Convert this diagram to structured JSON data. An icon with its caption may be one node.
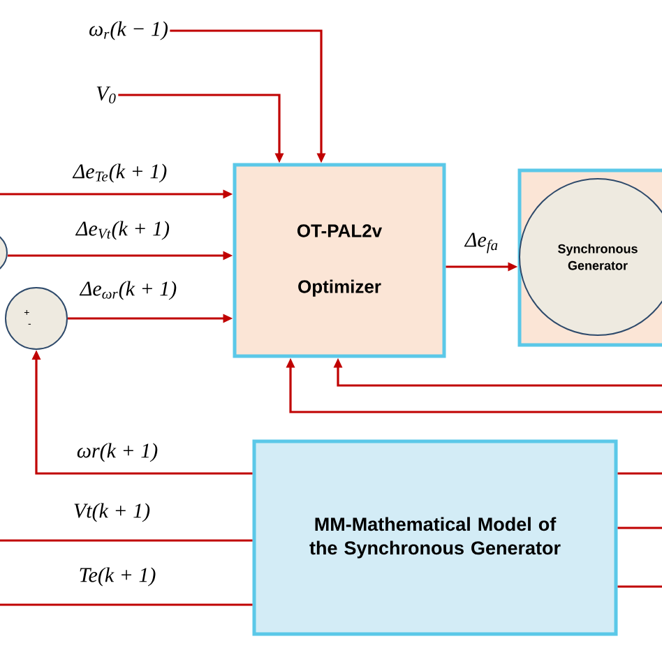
{
  "diagram": {
    "nodes": [
      {
        "text": [
          "ω$_{r}$(k − 1)"
        ]
      },
      {
        "text": [
          "V$_{0}$"
        ]
      },
      {
        "text": [
          "OT-PAL2v",
          "Optimizer"
        ]
      },
      {
        "text": [],
        "shape": "box"
      },
      {
        "text": [
          "Synchronous Generator"
        ],
        "in": 3
      },
      {
        "text": [],
        "shape": "circle"
      },
      {
        "text": [
          "+",
          "-"
        ]
      },
      {
        "text": [
          "MM-Mathematical Model of the Synchronous Generator"
        ]
      }
    ],
    "edges": [
      {
        "from": 0,
        "to": 2,
        "arrow": "to"
      },
      {
        "from": 1,
        "to": 2,
        "arrow": "to"
      },
      {
        "from": null,
        "to": 2,
        "arrow": "to",
        "label": "Δe$_{Te}$(k + 1)"
      },
      {
        "from": 5,
        "to": 2,
        "arrow": "to",
        "label": "Δe$_{Vt}$(k + 1)"
      },
      {
        "from": 6,
        "to": 2,
        "arrow": "to",
        "label": "Δe$_{ωr}$(k + 1)"
      },
      {
        "from": 2,
        "to": 3,
        "arrow": "to",
        "label": "Δe$_{fa}$"
      },
      {
        "from": null,
        "to": 2,
        "arrow": "to"
      },
      {
        "from": null,
        "to": 2,
        "arrow": "to"
      },
      {
        "from": 7,
        "to": 6,
        "arrow": "to",
        "label": "ωr(k + 1)"
      },
      {
        "from": null,
        "to": 7,
        "arrow": "none",
        "label": "Vt(k + 1)"
      },
      {
        "from": null,
        "to": 7,
        "arrow": "none",
        "label": "Te(k + 1)"
      },
      {
        "from": 7,
        "to": null,
        "arrow": "none"
      },
      {
        "from": 7,
        "to": null,
        "arrow": "none"
      },
      {
        "from": 7,
        "to": null,
        "arrow": "none"
      }
    ]
  }
}
